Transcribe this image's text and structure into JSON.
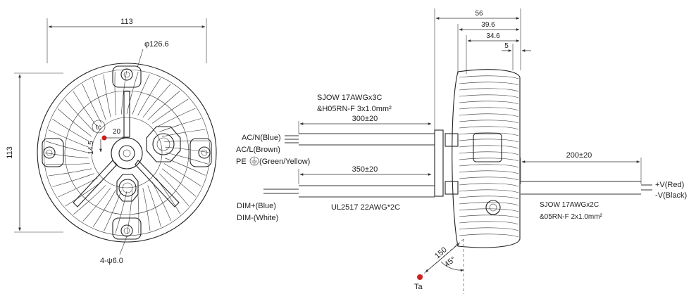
{
  "front_view": {
    "width_dim": "113",
    "height_dim": "113",
    "diameter": "φ126.6",
    "tc_label": "tc",
    "tc_x_offset": "20",
    "tc_y_offset": "14.5",
    "mount_holes": "4-ψ6.0"
  },
  "side_view": {
    "dim_56": "56",
    "dim_39_6": "39.6",
    "dim_34_6": "34.6",
    "dim_5": "5",
    "ac_cable_spec_1": "SJOW 17AWGx3C",
    "ac_cable_spec_2": "&H05RN-F 3x1.0mm²",
    "ac_cable_length": "300±20",
    "ac_n": "AC/N(Blue)",
    "ac_l": "AC/L(Brown)",
    "pe_prefix": "PE",
    "pe_suffix": "(Green/Yellow)",
    "dim_cable_length": "350±20",
    "dim_plus": "DIM+(Blue)",
    "dim_minus": "DIM-(White)",
    "dim_cable_spec": "UL2517 22AWG*2C",
    "out_cable_length": "200±20",
    "out_plus": "+V(Red)",
    "out_minus": "-V(Black)",
    "out_cable_spec_1": "SJOW 17AWGx2C",
    "out_cable_spec_2": "&05RN-F 2x1.0mm²",
    "ta_distance": "150",
    "ta_angle": "45°",
    "ta_label": "Ta"
  },
  "colors": {
    "line": "#222222",
    "marker_red": "#d11f1f"
  }
}
